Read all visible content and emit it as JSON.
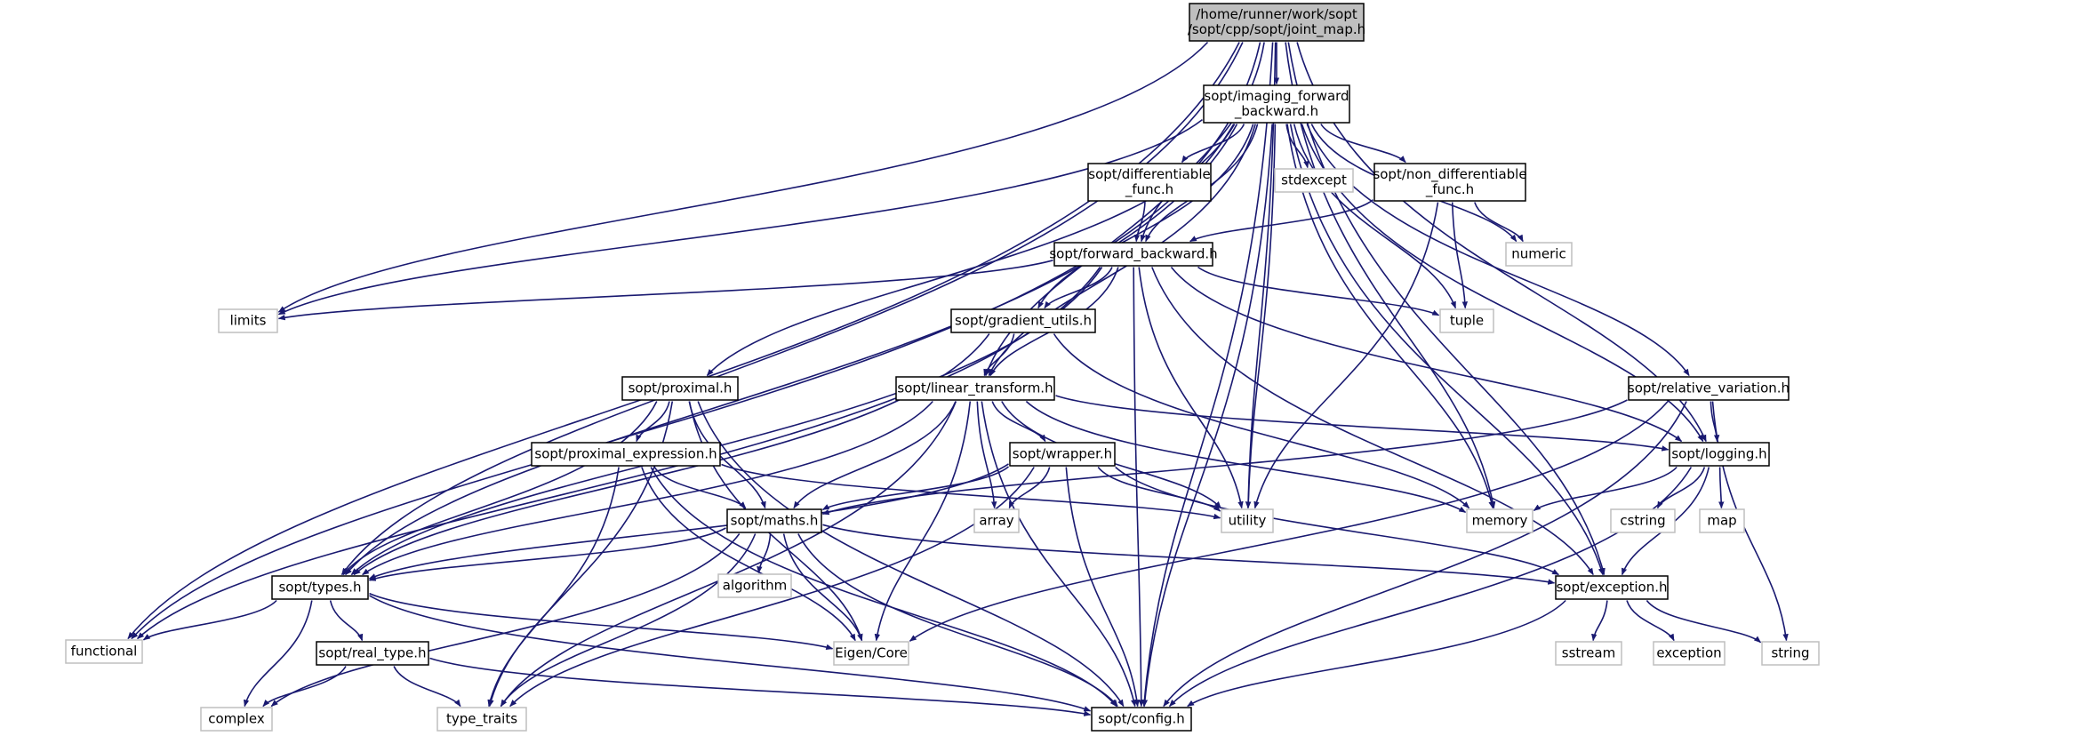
{
  "graph": {
    "colors": {
      "edge": "#191970",
      "root_fill": "#bfbfbf",
      "node_border": "#000000",
      "external_border": "#bfbfbf",
      "external_text": "#555555"
    },
    "nodes": [
      {
        "id": "joint_map",
        "lines": [
          "/home/runner/work/sopt",
          "/sopt/cpp/sopt/joint_map.h"
        ],
        "kind": "root"
      },
      {
        "id": "imaging_fb",
        "lines": [
          "sopt/imaging_forward",
          "_backward.h"
        ],
        "kind": "local"
      },
      {
        "id": "diff_func",
        "lines": [
          "sopt/differentiable",
          "_func.h"
        ],
        "kind": "local"
      },
      {
        "id": "stdexcept",
        "lines": [
          "stdexcept"
        ],
        "kind": "external"
      },
      {
        "id": "nondiff_func",
        "lines": [
          "sopt/non_differentiable",
          "_func.h"
        ],
        "kind": "local"
      },
      {
        "id": "numeric",
        "lines": [
          "numeric"
        ],
        "kind": "external"
      },
      {
        "id": "forward_backward",
        "lines": [
          "sopt/forward_backward.h"
        ],
        "kind": "local"
      },
      {
        "id": "limits",
        "lines": [
          "limits"
        ],
        "kind": "external"
      },
      {
        "id": "tuple",
        "lines": [
          "tuple"
        ],
        "kind": "external"
      },
      {
        "id": "gradient_utils",
        "lines": [
          "sopt/gradient_utils.h"
        ],
        "kind": "local"
      },
      {
        "id": "proximal",
        "lines": [
          "sopt/proximal.h"
        ],
        "kind": "local"
      },
      {
        "id": "linear_transform",
        "lines": [
          "sopt/linear_transform.h"
        ],
        "kind": "local"
      },
      {
        "id": "relative_variation",
        "lines": [
          "sopt/relative_variation.h"
        ],
        "kind": "local"
      },
      {
        "id": "proximal_expression",
        "lines": [
          "sopt/proximal_expression.h"
        ],
        "kind": "local"
      },
      {
        "id": "wrapper",
        "lines": [
          "sopt/wrapper.h"
        ],
        "kind": "local"
      },
      {
        "id": "logging",
        "lines": [
          "sopt/logging.h"
        ],
        "kind": "local"
      },
      {
        "id": "maths",
        "lines": [
          "sopt/maths.h"
        ],
        "kind": "local"
      },
      {
        "id": "array",
        "lines": [
          "array"
        ],
        "kind": "external"
      },
      {
        "id": "utility",
        "lines": [
          "utility"
        ],
        "kind": "external"
      },
      {
        "id": "memory",
        "lines": [
          "memory"
        ],
        "kind": "external"
      },
      {
        "id": "cstring",
        "lines": [
          "cstring"
        ],
        "kind": "external"
      },
      {
        "id": "map",
        "lines": [
          "map"
        ],
        "kind": "external"
      },
      {
        "id": "algorithm",
        "lines": [
          "algorithm"
        ],
        "kind": "external"
      },
      {
        "id": "types",
        "lines": [
          "sopt/types.h"
        ],
        "kind": "local"
      },
      {
        "id": "exception",
        "lines": [
          "sopt/exception.h"
        ],
        "kind": "local"
      },
      {
        "id": "functional",
        "lines": [
          "functional"
        ],
        "kind": "external"
      },
      {
        "id": "real_type",
        "lines": [
          "sopt/real_type.h"
        ],
        "kind": "local"
      },
      {
        "id": "eigen_core",
        "lines": [
          "Eigen/Core"
        ],
        "kind": "external"
      },
      {
        "id": "sstream",
        "lines": [
          "sstream"
        ],
        "kind": "external"
      },
      {
        "id": "exception_std",
        "lines": [
          "exception"
        ],
        "kind": "external"
      },
      {
        "id": "string",
        "lines": [
          "string"
        ],
        "kind": "external"
      },
      {
        "id": "complex",
        "lines": [
          "complex"
        ],
        "kind": "external"
      },
      {
        "id": "type_traits",
        "lines": [
          "type_traits"
        ],
        "kind": "external"
      },
      {
        "id": "config",
        "lines": [
          "sopt/config.h"
        ],
        "kind": "local"
      }
    ],
    "edges": [
      [
        "joint_map",
        "imaging_fb"
      ],
      [
        "joint_map",
        "forward_backward"
      ],
      [
        "joint_map",
        "limits"
      ],
      [
        "joint_map",
        "linear_transform"
      ],
      [
        "joint_map",
        "types"
      ],
      [
        "joint_map",
        "functional"
      ],
      [
        "joint_map",
        "utility"
      ],
      [
        "joint_map",
        "logging"
      ],
      [
        "joint_map",
        "memory"
      ],
      [
        "joint_map",
        "exception"
      ],
      [
        "joint_map",
        "config"
      ],
      [
        "imaging_fb",
        "diff_func"
      ],
      [
        "imaging_fb",
        "stdexcept"
      ],
      [
        "imaging_fb",
        "nondiff_func"
      ],
      [
        "imaging_fb",
        "numeric"
      ],
      [
        "imaging_fb",
        "forward_backward"
      ],
      [
        "imaging_fb",
        "limits"
      ],
      [
        "imaging_fb",
        "tuple"
      ],
      [
        "imaging_fb",
        "gradient_utils"
      ],
      [
        "imaging_fb",
        "proximal"
      ],
      [
        "imaging_fb",
        "linear_transform"
      ],
      [
        "imaging_fb",
        "relative_variation"
      ],
      [
        "imaging_fb",
        "logging"
      ],
      [
        "imaging_fb",
        "utility"
      ],
      [
        "imaging_fb",
        "memory"
      ],
      [
        "imaging_fb",
        "types"
      ],
      [
        "imaging_fb",
        "functional"
      ],
      [
        "imaging_fb",
        "exception"
      ],
      [
        "imaging_fb",
        "config"
      ],
      [
        "diff_func",
        "forward_backward"
      ],
      [
        "nondiff_func",
        "forward_backward"
      ],
      [
        "nondiff_func",
        "numeric"
      ],
      [
        "nondiff_func",
        "tuple"
      ],
      [
        "nondiff_func",
        "utility"
      ],
      [
        "forward_backward",
        "limits"
      ],
      [
        "forward_backward",
        "tuple"
      ],
      [
        "forward_backward",
        "gradient_utils"
      ],
      [
        "forward_backward",
        "linear_transform"
      ],
      [
        "forward_backward",
        "logging"
      ],
      [
        "forward_backward",
        "utility"
      ],
      [
        "forward_backward",
        "types"
      ],
      [
        "forward_backward",
        "functional"
      ],
      [
        "forward_backward",
        "exception"
      ],
      [
        "forward_backward",
        "config"
      ],
      [
        "gradient_utils",
        "linear_transform"
      ],
      [
        "gradient_utils",
        "types"
      ],
      [
        "gradient_utils",
        "memory"
      ],
      [
        "proximal",
        "proximal_expression"
      ],
      [
        "proximal",
        "maths"
      ],
      [
        "proximal",
        "types"
      ],
      [
        "proximal",
        "eigen_core"
      ],
      [
        "proximal",
        "type_traits"
      ],
      [
        "proximal",
        "config"
      ],
      [
        "linear_transform",
        "wrapper"
      ],
      [
        "linear_transform",
        "maths"
      ],
      [
        "linear_transform",
        "types"
      ],
      [
        "linear_transform",
        "array"
      ],
      [
        "linear_transform",
        "utility"
      ],
      [
        "linear_transform",
        "memory"
      ],
      [
        "linear_transform",
        "logging"
      ],
      [
        "linear_transform",
        "eigen_core"
      ],
      [
        "linear_transform",
        "type_traits"
      ],
      [
        "linear_transform",
        "config"
      ],
      [
        "relative_variation",
        "logging"
      ],
      [
        "relative_variation",
        "maths"
      ],
      [
        "relative_variation",
        "eigen_core"
      ],
      [
        "relative_variation",
        "string"
      ],
      [
        "relative_variation",
        "config"
      ],
      [
        "proximal_expression",
        "maths"
      ],
      [
        "proximal_expression",
        "utility"
      ],
      [
        "proximal_expression",
        "eigen_core"
      ],
      [
        "proximal_expression",
        "type_traits"
      ],
      [
        "proximal_expression",
        "config"
      ],
      [
        "wrapper",
        "maths"
      ],
      [
        "wrapper",
        "types"
      ],
      [
        "wrapper",
        "array"
      ],
      [
        "wrapper",
        "utility"
      ],
      [
        "wrapper",
        "exception"
      ],
      [
        "wrapper",
        "type_traits"
      ],
      [
        "wrapper",
        "config"
      ],
      [
        "logging",
        "memory"
      ],
      [
        "logging",
        "cstring"
      ],
      [
        "logging",
        "map"
      ],
      [
        "logging",
        "exception"
      ],
      [
        "logging",
        "config"
      ],
      [
        "maths",
        "types"
      ],
      [
        "maths",
        "algorithm"
      ],
      [
        "maths",
        "eigen_core"
      ],
      [
        "maths",
        "exception"
      ],
      [
        "maths",
        "complex"
      ],
      [
        "maths",
        "type_traits"
      ],
      [
        "maths",
        "config"
      ],
      [
        "types",
        "functional"
      ],
      [
        "types",
        "real_type"
      ],
      [
        "types",
        "eigen_core"
      ],
      [
        "types",
        "complex"
      ],
      [
        "types",
        "config"
      ],
      [
        "real_type",
        "complex"
      ],
      [
        "real_type",
        "type_traits"
      ],
      [
        "real_type",
        "config"
      ],
      [
        "exception",
        "sstream"
      ],
      [
        "exception",
        "exception_std"
      ],
      [
        "exception",
        "string"
      ],
      [
        "exception",
        "config"
      ]
    ]
  }
}
